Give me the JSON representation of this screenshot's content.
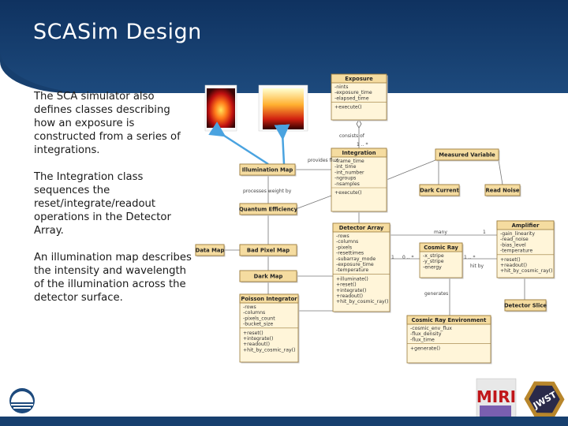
{
  "title": "SCASim Design",
  "bullets": [
    "The SCA simulator also defines classes describing how an exposure is constructed from a series of integrations.",
    "The Integration class sequences the reset/integrate/readout operations in the Detector Array.",
    "An illumination map describes the intensity and wavelength of the illumination across the detector surface."
  ],
  "diagram": {
    "exposure": {
      "name": "Exposure",
      "attrs": [
        "nints",
        "exposure_time",
        "elapsed_time"
      ],
      "ops": [
        "execute()"
      ]
    },
    "integration": {
      "name": "Integration",
      "attrs": [
        "frame_time",
        "int_time",
        "int_number",
        "ngroups",
        "nsamples"
      ],
      "ops": [
        "execute()"
      ]
    },
    "measured_variable": {
      "name": "Measured Variable"
    },
    "dark_current": {
      "name": "Dark Current"
    },
    "read_noise": {
      "name": "Read Noise"
    },
    "illumination_map": {
      "name": "Illumination Map"
    },
    "quantum_efficiency": {
      "name": "Quantum Efficiency"
    },
    "detector_array": {
      "name": "Detector Array",
      "attrs": [
        "rows",
        "columns",
        "pixels",
        "resettimes",
        "subarray_mode",
        "exposure_time",
        "temperature"
      ],
      "ops": [
        "illuminate()",
        "reset()",
        "integrate()",
        "readout()",
        "hit_by_cosmic_ray()"
      ]
    },
    "bad_pixel_map": {
      "name": "Bad Pixel Map"
    },
    "data_map": {
      "name": "Data Map"
    },
    "dark_map": {
      "name": "Dark Map"
    },
    "amplifier": {
      "name": "Amplifier",
      "attrs": [
        "gain_linearity",
        "read_noise",
        "bias_level",
        "temperature"
      ],
      "ops": [
        "reset()",
        "readout()",
        "hit_by_cosmic_ray()"
      ]
    },
    "cosmic_ray": {
      "name": "Cosmic Ray",
      "attrs": [
        "x_stripe",
        "y_stripe",
        "energy"
      ]
    },
    "detector_slice": {
      "name": "Detector Slice"
    },
    "poisson_integrator": {
      "name": "Poisson Integrator",
      "attrs": [
        "rows",
        "columns",
        "pixels_count",
        "bucket_size"
      ],
      "ops": [
        "reset()",
        "integrate()",
        "readout()",
        "hit_by_cosmic_ray()"
      ]
    },
    "cosmic_env": {
      "name": "Cosmic Ray Environment",
      "attrs": [
        "cosmic_env_flux",
        "flux_density",
        "flux_time"
      ],
      "ops": [
        "generate()"
      ]
    },
    "labels": {
      "consists_of": "consists of",
      "provides_flux": "provides flux",
      "processes_weight": "processes weight by",
      "many": "many",
      "generates": "generates",
      "hit_by": "hit by",
      "mult_star": "1 .. *",
      "mult_1": "1",
      "mult_0n": "0 .. *",
      "mult_1n": "1 .. *"
    }
  },
  "logos": {
    "miri": "MIRI",
    "jwst": "JWST"
  },
  "colors": {
    "banner": "#173f6e",
    "box_fill": "#fff5d9",
    "box_header": "#f5dca0",
    "box_border": "#9a7a3a",
    "arrow": "#4aa3e0"
  }
}
